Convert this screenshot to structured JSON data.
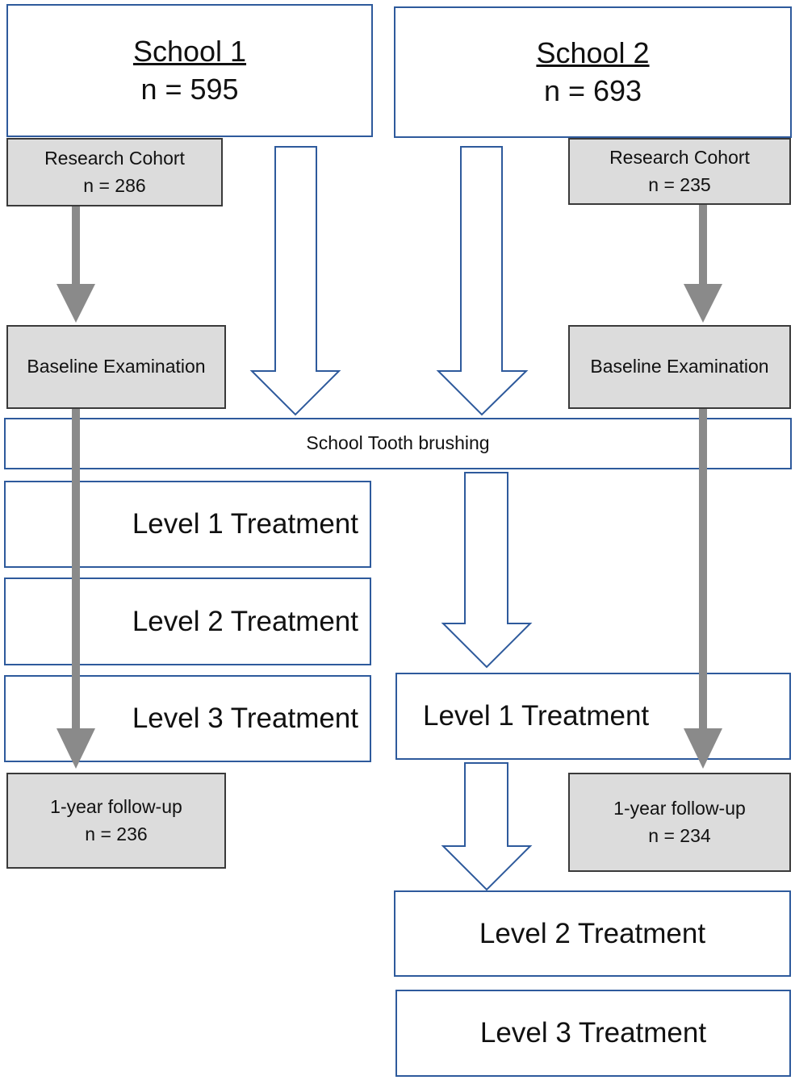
{
  "school1": {
    "title": "School 1",
    "n": "n = 595"
  },
  "school2": {
    "title": "School 2",
    "n": "n = 693"
  },
  "research_cohort_1": {
    "label": "Research Cohort",
    "n": "n = 286"
  },
  "research_cohort_2": {
    "label": "Research Cohort",
    "n": "n = 235"
  },
  "baseline_1": {
    "label": "Baseline Examination"
  },
  "baseline_2": {
    "label": "Baseline Examination"
  },
  "tooth_brushing": {
    "label": "School Tooth brushing"
  },
  "school1_levels": [
    "Level 1 Treatment",
    "Level 2 Treatment",
    "Level 3 Treatment"
  ],
  "school2_levels": [
    "Level 1 Treatment",
    "Level 2 Treatment",
    "Level 3 Treatment"
  ],
  "followup_1": {
    "label": "1-year follow-up",
    "n": "n = 236"
  },
  "followup_2": {
    "label": "1-year follow-up",
    "n": "n = 234"
  }
}
